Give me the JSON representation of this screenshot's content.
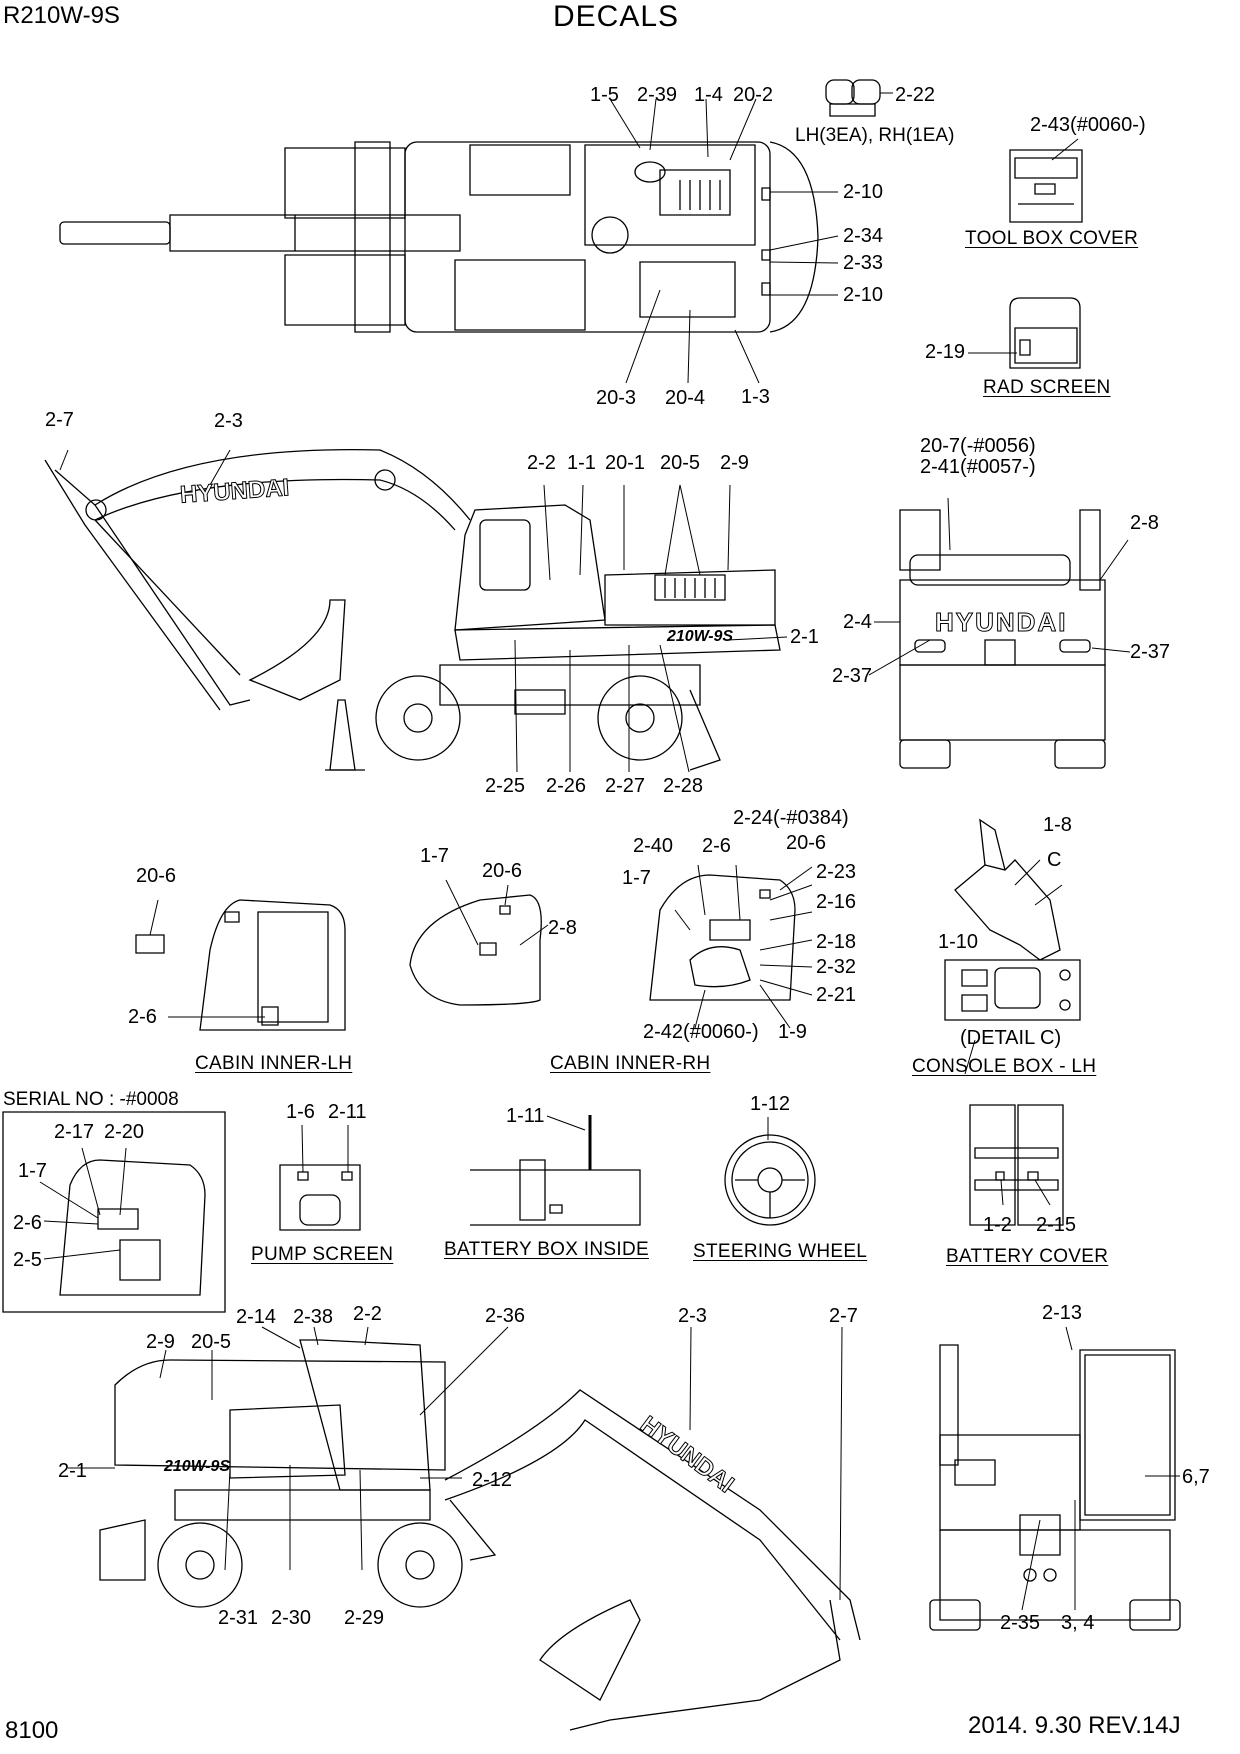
{
  "header": {
    "model": "R210W-9S",
    "title": "DECALS"
  },
  "footer": {
    "page_number": "8100",
    "revision": "2014. 9.30  REV.14J"
  },
  "sections": {
    "tool_box_cover": "TOOL BOX COVER",
    "rad_screen": "RAD SCREEN",
    "cabin_inner_lh": "CABIN INNER-LH",
    "cabin_inner_rh": "CABIN INNER-RH",
    "console_box_lh": "CONSOLE BOX - LH",
    "detail_c": "(DETAIL C)",
    "pump_screen": "PUMP SCREEN",
    "battery_box_inside": "BATTERY BOX INSIDE",
    "steering_wheel": "STEERING WHEEL",
    "battery_cover": "BATTERY COVER",
    "serial_no": "SERIAL NO : -#0008",
    "lh_rh_note": "LH(3EA), RH(1EA)"
  },
  "brand": "HYUNDAI",
  "model_badge": "210W-9S",
  "callouts": [
    {
      "id": "c1",
      "text": "1-5"
    },
    {
      "id": "c2",
      "text": "2-39"
    },
    {
      "id": "c3",
      "text": "1-4"
    },
    {
      "id": "c4",
      "text": "20-2"
    },
    {
      "id": "c5",
      "text": "2-22"
    },
    {
      "id": "c6",
      "text": "2-43(#0060-)"
    },
    {
      "id": "c7",
      "text": "2-10"
    },
    {
      "id": "c8",
      "text": "2-34"
    },
    {
      "id": "c9",
      "text": "2-33"
    },
    {
      "id": "c10",
      "text": "2-10"
    },
    {
      "id": "c11",
      "text": "2-19"
    },
    {
      "id": "c12",
      "text": "20-3"
    },
    {
      "id": "c13",
      "text": "20-4"
    },
    {
      "id": "c14",
      "text": "1-3"
    },
    {
      "id": "c15",
      "text": "2-7"
    },
    {
      "id": "c16",
      "text": "2-3"
    },
    {
      "id": "c17",
      "text": "20-7(-#0056)"
    },
    {
      "id": "c18",
      "text": "2-41(#0057-)"
    },
    {
      "id": "c19",
      "text": "2-2"
    },
    {
      "id": "c20",
      "text": "1-1"
    },
    {
      "id": "c21",
      "text": "20-1"
    },
    {
      "id": "c22",
      "text": "20-5"
    },
    {
      "id": "c23",
      "text": "2-9"
    },
    {
      "id": "c24",
      "text": "2-8"
    },
    {
      "id": "c25",
      "text": "2-4"
    },
    {
      "id": "c26",
      "text": "2-1"
    },
    {
      "id": "c27",
      "text": "2-37"
    },
    {
      "id": "c28",
      "text": "2-37"
    },
    {
      "id": "c29",
      "text": "2-25"
    },
    {
      "id": "c30",
      "text": "2-26"
    },
    {
      "id": "c31",
      "text": "2-27"
    },
    {
      "id": "c32",
      "text": "2-28"
    },
    {
      "id": "c33",
      "text": "2-24(-#0384)"
    },
    {
      "id": "c34",
      "text": "2-40"
    },
    {
      "id": "c35",
      "text": "2-6"
    },
    {
      "id": "c36",
      "text": "20-6"
    },
    {
      "id": "c37",
      "text": "1-7"
    },
    {
      "id": "c38",
      "text": "2-23"
    },
    {
      "id": "c39",
      "text": "2-16"
    },
    {
      "id": "c40",
      "text": "2-18"
    },
    {
      "id": "c41",
      "text": "2-32"
    },
    {
      "id": "c42",
      "text": "2-21"
    },
    {
      "id": "c43",
      "text": "2-42(#0060-)"
    },
    {
      "id": "c44",
      "text": "1-9"
    },
    {
      "id": "c45",
      "text": "1-8"
    },
    {
      "id": "c46",
      "text": "C"
    },
    {
      "id": "c47",
      "text": "1-10"
    },
    {
      "id": "c48",
      "text": "20-6"
    },
    {
      "id": "c49",
      "text": "2-6"
    },
    {
      "id": "c50",
      "text": "1-7"
    },
    {
      "id": "c51",
      "text": "20-6"
    },
    {
      "id": "c52",
      "text": "2-8"
    },
    {
      "id": "c53",
      "text": "2-17"
    },
    {
      "id": "c54",
      "text": "2-20"
    },
    {
      "id": "c55",
      "text": "1-7"
    },
    {
      "id": "c56",
      "text": "2-6"
    },
    {
      "id": "c57",
      "text": "2-5"
    },
    {
      "id": "c58",
      "text": "1-6"
    },
    {
      "id": "c59",
      "text": "2-11"
    },
    {
      "id": "c60",
      "text": "1-11"
    },
    {
      "id": "c61",
      "text": "1-12"
    },
    {
      "id": "c62",
      "text": "1-2"
    },
    {
      "id": "c63",
      "text": "2-15"
    },
    {
      "id": "c64",
      "text": "2-14"
    },
    {
      "id": "c65",
      "text": "2-38"
    },
    {
      "id": "c66",
      "text": "2-2"
    },
    {
      "id": "c67",
      "text": "2-36"
    },
    {
      "id": "c68",
      "text": "2-3"
    },
    {
      "id": "c69",
      "text": "2-7"
    },
    {
      "id": "c70",
      "text": "2-9"
    },
    {
      "id": "c71",
      "text": "20-5"
    },
    {
      "id": "c72",
      "text": "2-1"
    },
    {
      "id": "c73",
      "text": "2-12"
    },
    {
      "id": "c74",
      "text": "2-31"
    },
    {
      "id": "c75",
      "text": "2-30"
    },
    {
      "id": "c76",
      "text": "2-29"
    },
    {
      "id": "c77",
      "text": "2-13"
    },
    {
      "id": "c78",
      "text": "6,7"
    },
    {
      "id": "c79",
      "text": "2-35"
    },
    {
      "id": "c80",
      "text": "3, 4"
    }
  ]
}
